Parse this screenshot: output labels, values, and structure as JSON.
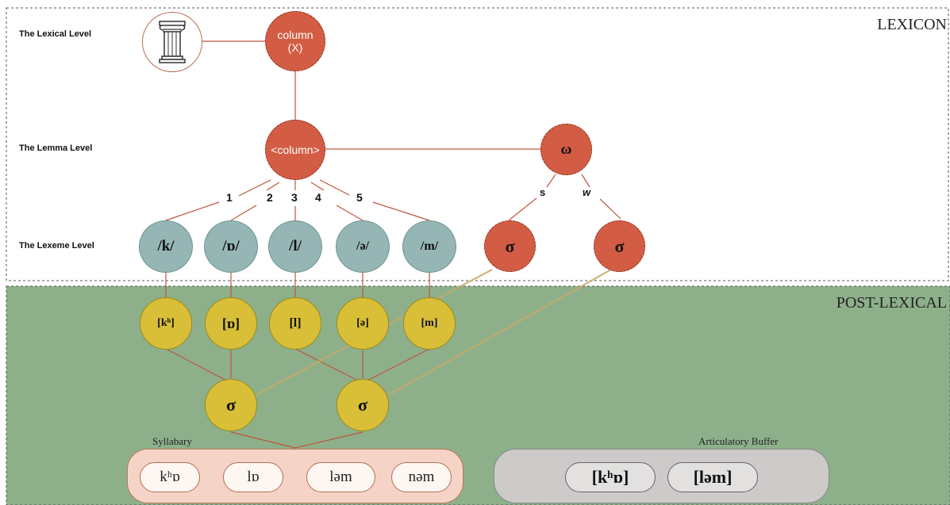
{
  "regions": {
    "lexicon": "LEXICON",
    "post_lexical": "POST-LEXICAL"
  },
  "levels": {
    "lexical": "The Lexical Level",
    "lemma": "The Lemma Level",
    "lexeme": "The Lexeme Level"
  },
  "lexical_node": {
    "line1": "column",
    "line2": "(X)",
    "icon": "column-pillar-icon"
  },
  "lemma_node": "<column>",
  "prosodic_word": "ω",
  "branch_labels": {
    "strong": "s",
    "weak": "w"
  },
  "syllable_symbol": "σ",
  "segment_numbers": [
    "1",
    "2",
    "3",
    "4",
    "5"
  ],
  "lexemes": [
    "/k/",
    "/ɒ/",
    "/l/",
    "/ə/",
    "/m/"
  ],
  "phones": [
    "[kʰ]",
    "[ɒ]",
    "[l]",
    "[ə]",
    "[m]"
  ],
  "syllabary": {
    "title": "Syllabary",
    "items": [
      "kʰɒ",
      "lɒ",
      "ləm",
      "nəm"
    ]
  },
  "buffer": {
    "title": "Articulatory Buffer",
    "items": [
      "[kʰɒ]",
      "[ləm]"
    ]
  },
  "colors": {
    "lemma_red": "#d35d44",
    "lexeme_teal": "#95b6b4",
    "phone_yellow": "#d9bf37",
    "post_lexical_green": "#8db08a",
    "syllabary_fill": "#f5d4c7",
    "buffer_fill": "#cdcac9",
    "link_line": "#c0553d"
  }
}
